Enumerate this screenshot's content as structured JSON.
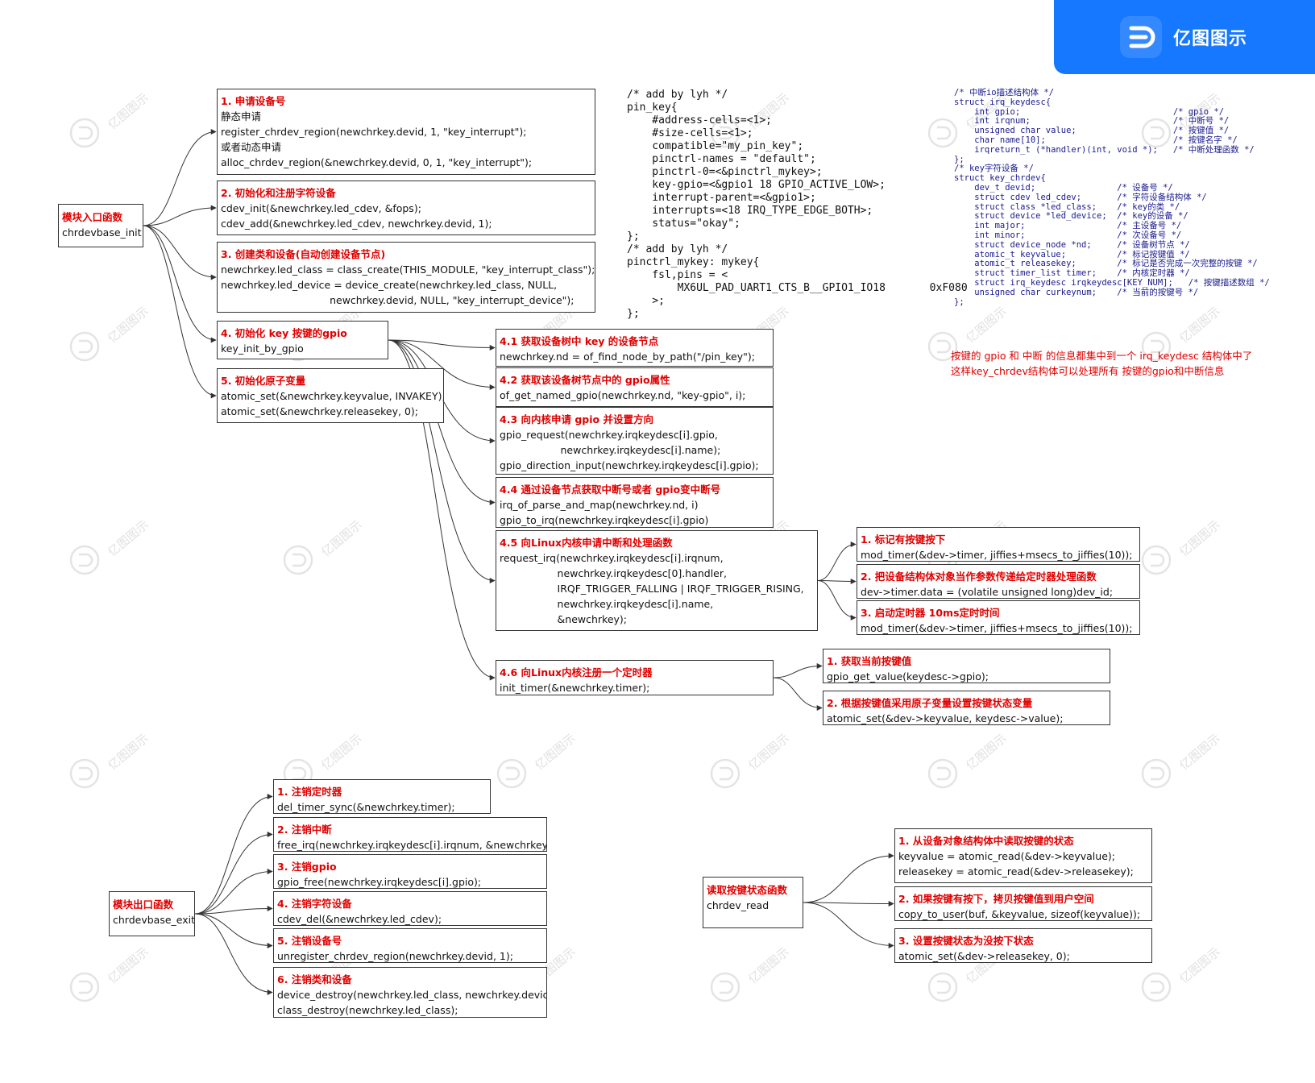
{
  "brand": {
    "name": "亿图图示",
    "watermark": "亿图图示",
    "color": "#1677ff"
  },
  "colors": {
    "title": "#e00000",
    "line": "#333333",
    "struct_text": "#1a1a8c"
  },
  "dt_code": {
    "lines": [
      "/* add by lyh */",
      "pin_key{",
      "    #address-cells=<1>;",
      "    #size-cells=<1>;",
      "    compatible=\"my_pin_key\";",
      "    pinctrl-names = \"default\";",
      "    pinctrl-0=<&pinctrl_mykey>;",
      "    key-gpio=<&gpio1 18 GPIO_ACTIVE_LOW>;",
      "    interrupt-parent=<&gpio1>;",
      "    interrupts=<18 IRQ_TYPE_EDGE_BOTH>;",
      "    status=\"okay\";",
      "};",
      "",
      "/* add by lyh */",
      "pinctrl_mykey: mykey{",
      "    fsl,pins = <",
      "        MX6UL_PAD_UART1_CTS_B__GPIO1_IO18       0xF080",
      "    >;",
      "};"
    ]
  },
  "struct_code": {
    "lines": [
      "/* 中断io描述结构体 */",
      "struct irq_keydesc{",
      "    int gpio;                              /* gpio */",
      "    int irqnum;                            /* 中断号 */",
      "    unsigned char value;                   /* 按键值 */",
      "    char name[10];                         /* 按键名字 */",
      "    irqreturn_t (*handler)(int, void *);   /* 中断处理函数 */",
      "};",
      "",
      "/* key字符设备 */",
      "struct key_chrdev{",
      "    dev_t devid;                /* 设备号 */",
      "    struct cdev led_cdev;       /* 字符设备结构体 */",
      "    struct class *led_class;    /* key的类 */",
      "    struct device *led_device;  /* key的设备 */",
      "    int major;                  /* 主设备号 */",
      "    int minor;                  /* 次设备号 */",
      "    struct device_node *nd;     /* 设备树节点 */",
      "    atomic_t keyvalue;          /* 标记按键值 */",
      "    atomic_t releasekey;        /* 标记是否完成一次完整的按键 */",
      "    struct timer_list timer;    /* 内核定时器 */",
      "    struct irq_keydesc irqkeydesc[KEY_NUM];   /* 按键描述数组 */",
      "    unsigned char curkeynum;    /* 当前的按键号 */",
      "};"
    ]
  },
  "note": {
    "lines": [
      "按键的 gpio 和 中断 的信息都集中到一个 irq_keydesc 结构体中了",
      "这样key_chrdev结构体可以处理所有 按键的gpio和中断信息"
    ]
  },
  "nodes": {
    "init": {
      "title": "模块入口函数",
      "lines": [
        "chrdevbase_init"
      ]
    },
    "n1": {
      "title": "1. 申请设备号",
      "lines": [
        "静态申请",
        "register_chrdev_region(newchrkey.devid, 1, \"key_interrupt\");",
        "或者动态申请",
        "alloc_chrdev_region(&newchrkey.devid, 0, 1, \"key_interrupt\");"
      ]
    },
    "n2": {
      "title": "2. 初始化和注册字符设备",
      "lines": [
        "cdev_init(&newchrkey.led_cdev, &fops);",
        "cdev_add(&newchrkey.led_cdev, newchrkey.devid, 1);"
      ]
    },
    "n3": {
      "title": "3. 创建类和设备(自动创建设备节点)",
      "lines": [
        "newchrkey.led_class = class_create(THIS_MODULE, \"key_interrupt_class\");",
        "newchrkey.led_device = device_create(newchrkey.led_class, NULL,",
        "                                  newchrkey.devid, NULL, \"key_interrupt_device\");"
      ]
    },
    "n4": {
      "title": "4. 初始化 key 按键的gpio",
      "lines": [
        "key_init_by_gpio"
      ]
    },
    "n5": {
      "title": "5. 初始化原子变量",
      "lines": [
        "atomic_set(&newchrkey.keyvalue, INVAKEY);",
        "atomic_set(&newchrkey.releasekey, 0);"
      ]
    },
    "n41": {
      "title": "4.1 获取设备树中 key 的设备节点",
      "lines": [
        "newchrkey.nd = of_find_node_by_path(\"/pin_key\");"
      ]
    },
    "n42": {
      "title": "4.2 获取该设备树节点中的 gpio属性",
      "lines": [
        "of_get_named_gpio(newchrkey.nd, \"key-gpio\", i);"
      ]
    },
    "n43": {
      "title": "4.3 向内核申请 gpio 并设置方向",
      "lines": [
        "gpio_request(newchrkey.irqkeydesc[i].gpio,",
        "                   newchrkey.irqkeydesc[i].name);",
        "gpio_direction_input(newchrkey.irqkeydesc[i].gpio);"
      ]
    },
    "n44": {
      "title": "4.4 通过设备节点获取中断号或者 gpio变中断号",
      "lines": [
        "irq_of_parse_and_map(newchrkey.nd, i)",
        "gpio_to_irq(newchrkey.irqkeydesc[i].gpio)"
      ]
    },
    "n45": {
      "title": "4.5 向Linux内核申请中断和处理函数",
      "lines": [
        "request_irq(newchrkey.irqkeydesc[i].irqnum,",
        "                  newchrkey.irqkeydesc[0].handler,",
        "                  IRQF_TRIGGER_FALLING | IRQF_TRIGGER_RISING,",
        "                  newchrkey.irqkeydesc[i].name,",
        "                  &newchrkey);"
      ]
    },
    "n46": {
      "title": "4.6 向Linux内核注册一个定时器",
      "lines": [
        "init_timer(&newchrkey.timer);"
      ]
    },
    "i1": {
      "title": "1. 标记有按键按下",
      "lines": [
        "mod_timer(&dev->timer, jiffies+msecs_to_jiffies(10));"
      ]
    },
    "i2": {
      "title": "2. 把设备结构体对象当作参数传递给定时器处理函数",
      "lines": [
        "dev->timer.data = (volatile unsigned long)dev_id;"
      ]
    },
    "i3": {
      "title": "3. 启动定时器 10ms定时时间",
      "lines": [
        "mod_timer(&dev->timer, jiffies+msecs_to_jiffies(10));"
      ]
    },
    "t1": {
      "title": "1. 获取当前按键值",
      "lines": [
        "gpio_get_value(keydesc->gpio);"
      ]
    },
    "t2": {
      "title": "2. 根据按键值采用原子变量设置按键状态变量",
      "lines": [
        "atomic_set(&dev->keyvalue, keydesc->value);"
      ]
    },
    "exit": {
      "title": "模块出口函数",
      "lines": [
        "chrdevbase_exit"
      ]
    },
    "e1": {
      "title": "1. 注销定时器",
      "lines": [
        "del_timer_sync(&newchrkey.timer);"
      ]
    },
    "e2": {
      "title": "2. 注销中断",
      "lines": [
        "free_irq(newchrkey.irqkeydesc[i].irqnum, &newchrkey);"
      ]
    },
    "e3": {
      "title": "3. 注销gpio",
      "lines": [
        "gpio_free(newchrkey.irqkeydesc[i].gpio);"
      ]
    },
    "e4": {
      "title": "4. 注销字符设备",
      "lines": [
        "cdev_del(&newchrkey.led_cdev);"
      ]
    },
    "e5": {
      "title": "5. 注销设备号",
      "lines": [
        "unregister_chrdev_region(newchrkey.devid, 1);"
      ]
    },
    "e6": {
      "title": "6. 注销类和设备",
      "lines": [
        "device_destroy(newchrkey.led_class, newchrkey.devid);",
        "class_destroy(newchrkey.led_class);"
      ]
    },
    "read": {
      "title": "读取按键状态函数",
      "lines": [
        "chrdev_read"
      ]
    },
    "r1": {
      "title": "1. 从设备对象结构体中读取按键的状态",
      "lines": [
        "keyvalue = atomic_read(&dev->keyvalue);",
        "releasekey = atomic_read(&dev->releasekey);"
      ]
    },
    "r2": {
      "title": "2. 如果按键有按下，拷贝按键值到用户空间",
      "lines": [
        "copy_to_user(buf, &keyvalue, sizeof(keyvalue));"
      ]
    },
    "r3": {
      "title": "3. 设置按键状态为没按下状态",
      "lines": [
        "atomic_set(&dev->releasekey, 0);"
      ]
    }
  }
}
